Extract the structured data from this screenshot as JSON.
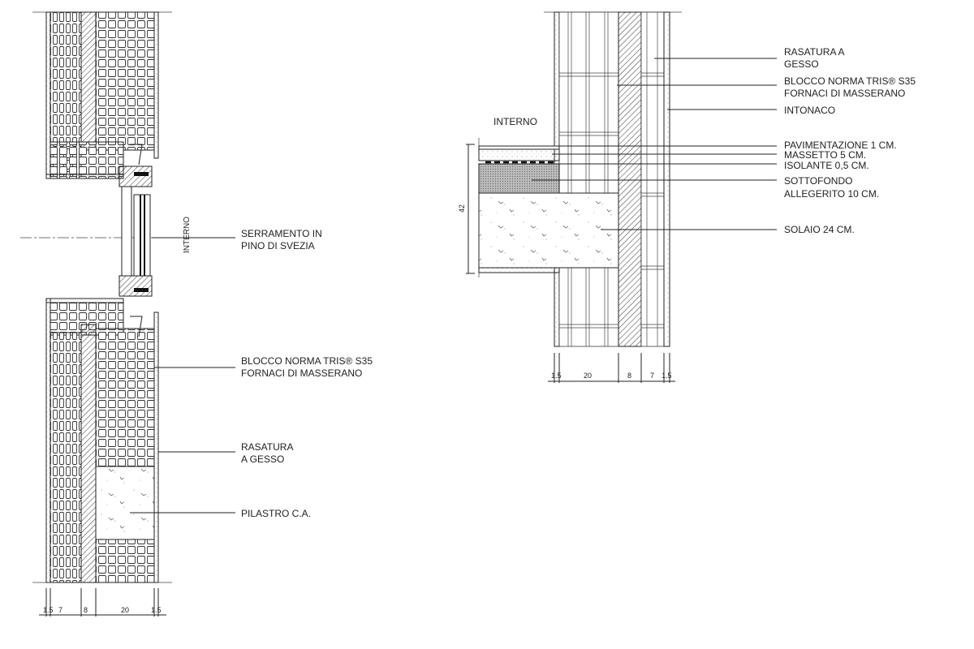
{
  "left_section": {
    "interno_label": "INTERNO",
    "labels": {
      "serramento": [
        "SERRAMENTO IN",
        "PINO DI SVEZIA"
      ],
      "blocco": [
        "BLOCCO NORMA TRIS® S35",
        "FORNACI DI MASSERANO"
      ],
      "rasatura": [
        "RASATURA",
        "A GESSO"
      ],
      "pilastro": [
        "PILASTRO C.A."
      ]
    },
    "dimensions": [
      "1.5",
      "7",
      "8",
      "20",
      "1.5"
    ]
  },
  "right_section": {
    "interno_label": "INTERNO",
    "height_dimension": "42",
    "labels": {
      "rasatura": [
        "RASATURA A",
        "GESSO"
      ],
      "blocco": [
        "BLOCCO NORMA TRIS® S35",
        "FORNACI DI MASSERANO"
      ],
      "intonaco": [
        "INTONACO"
      ],
      "pavimentazione": [
        "PAVIMENTAZIONE 1 CM."
      ],
      "massetto": [
        "MASSETTO 5 CM."
      ],
      "isolante": [
        "ISOLANTE 0,5 CM."
      ],
      "sottofondo": [
        "SOTTOFONDO",
        "ALLEGERITO 10 CM."
      ],
      "solaio": [
        "SOLAIO 24 CM."
      ]
    },
    "dimensions": [
      "1.5",
      "20",
      "8",
      "7",
      "1.5"
    ]
  }
}
